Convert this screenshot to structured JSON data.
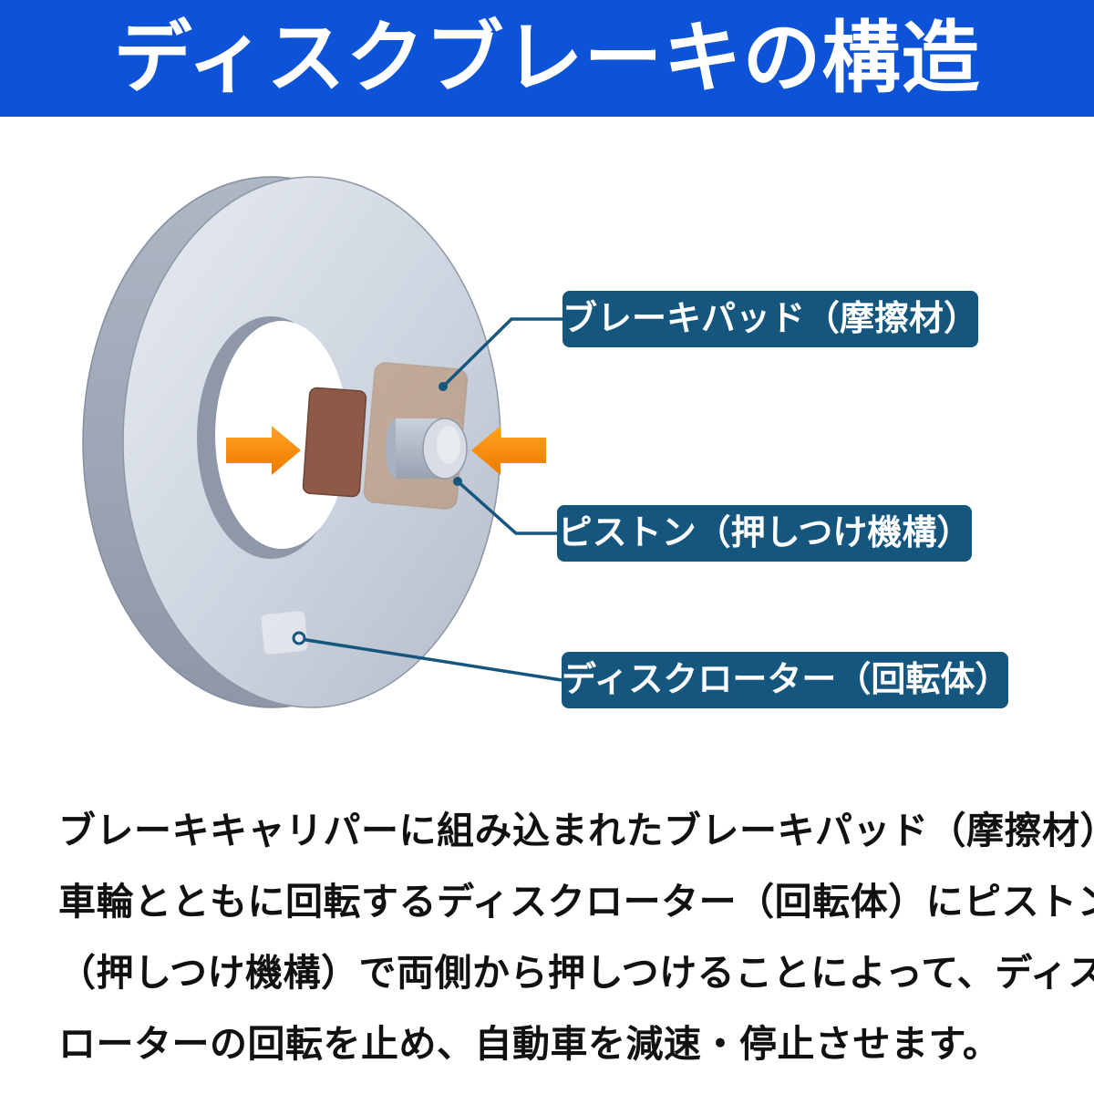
{
  "header": {
    "title": "ディスクブレーキの構造"
  },
  "callouts": {
    "brake_pad": "ブレーキパッド（摩擦材）",
    "piston": "ピストン（押しつけ機構）",
    "disc_rotor": "ディスクローター（回転体）"
  },
  "description": {
    "lines": [
      "ブレーキキャリパーに組み込まれたブレーキパッド（摩擦材）を",
      "車輪とともに回転するディスクローター（回転体）にピストン",
      "（押しつけ機構）で両側から押しつけることによって、ディスク",
      "ローターの回転を止め、自動車を減速・停止させます。"
    ]
  },
  "colors": {
    "header_bg": "#0d53d7",
    "callout_bg": "#15567f",
    "leader_line": "#15567f",
    "arrow_orange": "#f58300",
    "disc_face": "#cdd4df",
    "disc_rim": "#9ca6b4",
    "pad_brown": "#8c5a47",
    "caliper_plate": "#b9875f",
    "piston_gray": "#c3cad6",
    "text_black": "#111111"
  }
}
